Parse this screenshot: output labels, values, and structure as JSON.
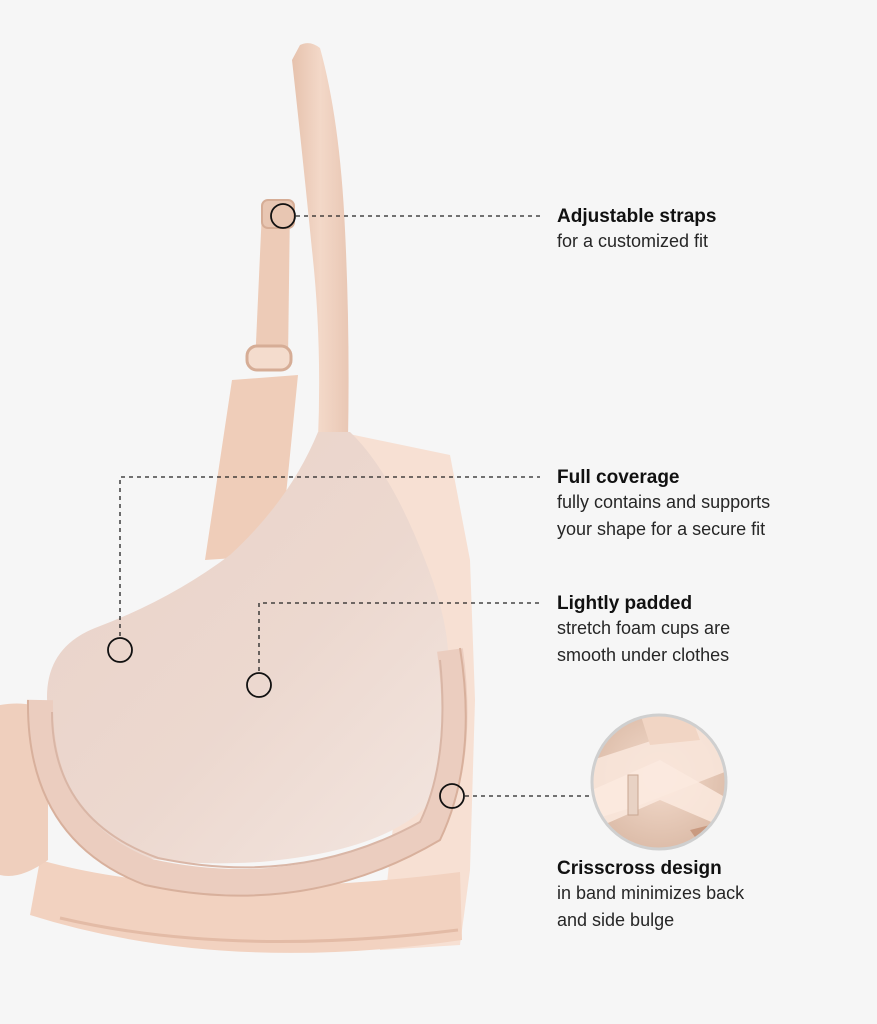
{
  "colors": {
    "background": "#f6f6f6",
    "fabric": "#f0d3c4",
    "fabric_shadow": "#e0b9a6",
    "cup": "#ead4cb",
    "mesh": "#f7dccd",
    "callout": "#111111"
  },
  "features": [
    {
      "title": "Adjustable straps",
      "lines": [
        "for a customized fit"
      ]
    },
    {
      "title": "Full coverage",
      "lines": [
        "fully contains and supports",
        "your shape for a secure fit"
      ]
    },
    {
      "title": "Lightly padded",
      "lines": [
        "stretch foam cups are",
        "smooth under clothes"
      ]
    },
    {
      "title": "Crisscross design",
      "lines": [
        "in band minimizes back",
        "and side bulge"
      ]
    }
  ]
}
